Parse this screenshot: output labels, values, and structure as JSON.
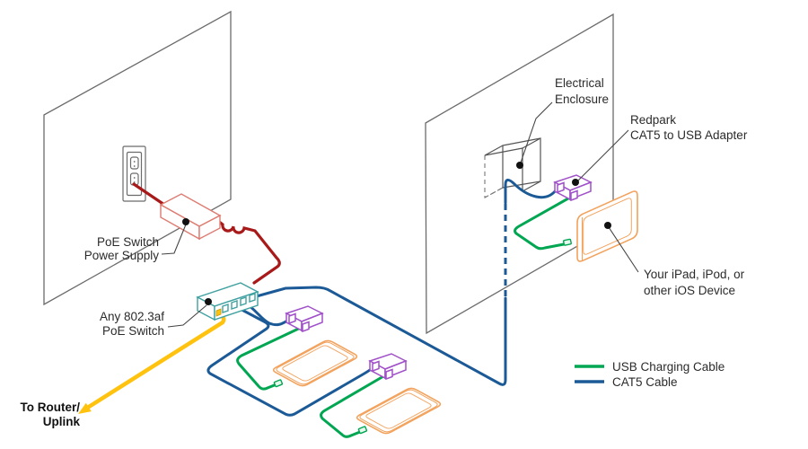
{
  "labels": {
    "power_supply": {
      "line1": "PoE Switch",
      "line2": "Power Supply"
    },
    "poe_switch": {
      "line1": "Any 802.3af",
      "line2": "PoE Switch"
    },
    "uplink": {
      "line1": "To Router/",
      "line2": "Uplink"
    },
    "enclosure": {
      "line1": "Electrical",
      "line2": "Enclosure"
    },
    "adapter": {
      "line1": "Redpark",
      "line2": "CAT5 to USB Adapter"
    },
    "device": {
      "line1": "Your iPad, iPod, or",
      "line2": "other iOS Device"
    }
  },
  "legend": {
    "items": [
      {
        "label": "USB Charging Cable",
        "color": "#00A651"
      },
      {
        "label": "CAT5 Cable",
        "color": "#1B5A96"
      }
    ]
  },
  "colors": {
    "cat5_blue": "#1B5A96",
    "usb_green": "#00A651",
    "uplink_yellow": "#FFC20E",
    "power_red": "#A81A1A",
    "supply_outline": "#DD7B70",
    "switch_teal": "#3FA0A0",
    "adapter_purple": "#A050C8",
    "device_orange": "#F2A25C",
    "wall_gray": "#6B6B6B"
  }
}
